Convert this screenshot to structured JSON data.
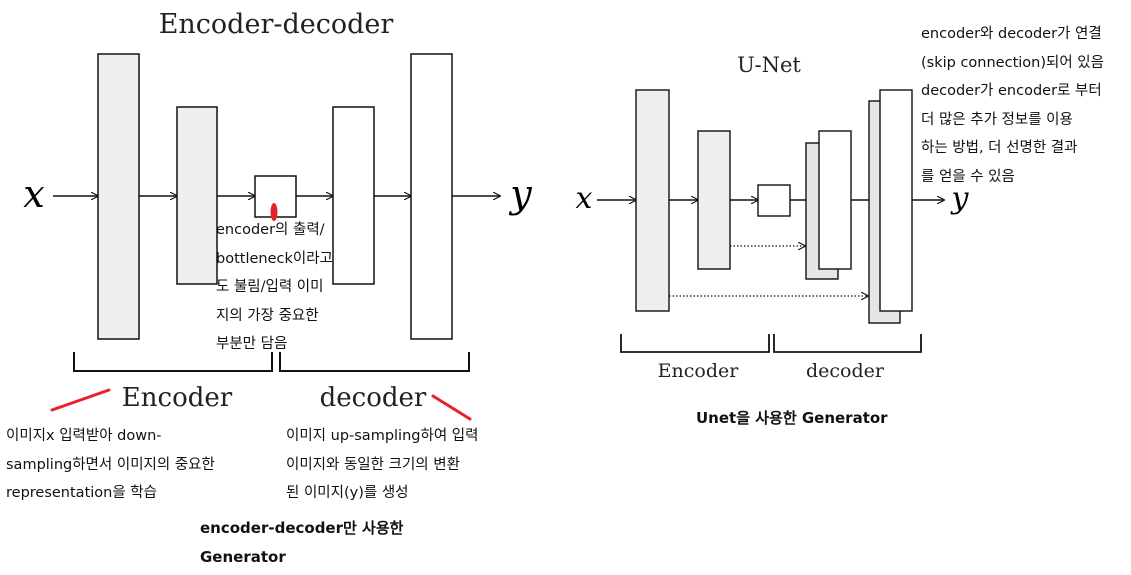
{
  "left_diagram": {
    "title": "Encoder-decoder",
    "input_label": "x",
    "output_label": "y",
    "encoder_label": "Encoder",
    "decoder_label": "decoder"
  },
  "right_diagram": {
    "title": "U-Net",
    "input_label": "x",
    "output_label": "y",
    "encoder_label": "Encoder",
    "decoder_label": "decoder"
  },
  "annotations": {
    "bottleneck": [
      "encoder의 출력/",
      "bottleneck이라고",
      "도 불림/입력 이미",
      "지의 가장 중요한",
      "부분만 담음"
    ],
    "encoder": [
      "이미지x 입력받아 down-",
      "sampling하면서 이미지의 중요한",
      "representation을 학습"
    ],
    "decoder": [
      "이미지 up-sampling하여 입력",
      "이미지와 동일한 크기의 변환",
      "된 이미지(y)를 생성"
    ],
    "unet": [
      "encoder와 decoder가 연결",
      "(skip connection)되어 있음",
      "decoder가 encoder로 부터",
      "더 많은 추가 정보를 이용",
      "하는 방법, 더 선명한 결과",
      "를 얻을 수 있음"
    ]
  },
  "captions": {
    "left": [
      "encoder-decoder만 사용한",
      "Generator"
    ],
    "right": "Unet을 사용한 Generator"
  },
  "colors": {
    "annotation_mark": "#e8202a",
    "encoder_fill": "#efefef",
    "decoder_fill": "#ffffff",
    "stroke": "#111111"
  }
}
